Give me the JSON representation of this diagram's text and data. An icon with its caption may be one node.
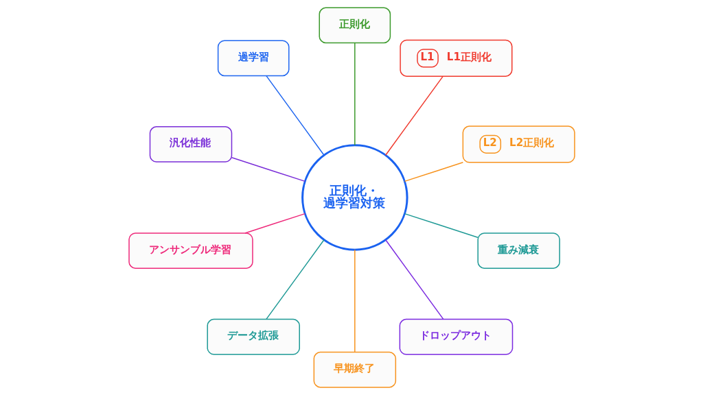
{
  "diagram": {
    "nodes": [
      {
        "text": [
          "正則化・過学習対策"
        ]
      },
      {
        "text": [
          "正則化"
        ]
      },
      {
        "text": [
          "L1",
          "L1正則化"
        ]
      },
      {
        "text": [
          "過学習"
        ]
      },
      {
        "text": [
          "L2",
          "L2正則化"
        ]
      },
      {
        "text": [
          "汎化性能"
        ]
      },
      {
        "text": [
          "重み減衰"
        ]
      },
      {
        "text": [
          "アンサンブル学習"
        ]
      },
      {
        "text": [
          "ドロップアウト"
        ]
      },
      {
        "text": [
          "データ拡張"
        ]
      },
      {
        "text": [
          "早期終了"
        ]
      }
    ],
    "edges": [
      {
        "from": 0,
        "to": 1,
        "arrow": "none",
        "color": "#3c9a2c"
      },
      {
        "from": 0,
        "to": 2,
        "arrow": "none",
        "color": "#f03a2e"
      },
      {
        "from": 0,
        "to": 3,
        "arrow": "none",
        "color": "#1f66f0"
      },
      {
        "from": 0,
        "to": 4,
        "arrow": "none",
        "color": "#f7931e"
      },
      {
        "from": 0,
        "to": 5,
        "arrow": "none",
        "color": "#7a2ed8"
      },
      {
        "from": 0,
        "to": 6,
        "arrow": "none",
        "color": "#1f9a96"
      },
      {
        "from": 0,
        "to": 7,
        "arrow": "none",
        "color": "#ee2a7b"
      },
      {
        "from": 0,
        "to": 8,
        "arrow": "none",
        "color": "#7b2be0"
      },
      {
        "from": 0,
        "to": 9,
        "arrow": "none",
        "color": "#1f9a96"
      },
      {
        "from": 0,
        "to": 10,
        "arrow": "none",
        "color": "#f7931e"
      }
    ]
  }
}
